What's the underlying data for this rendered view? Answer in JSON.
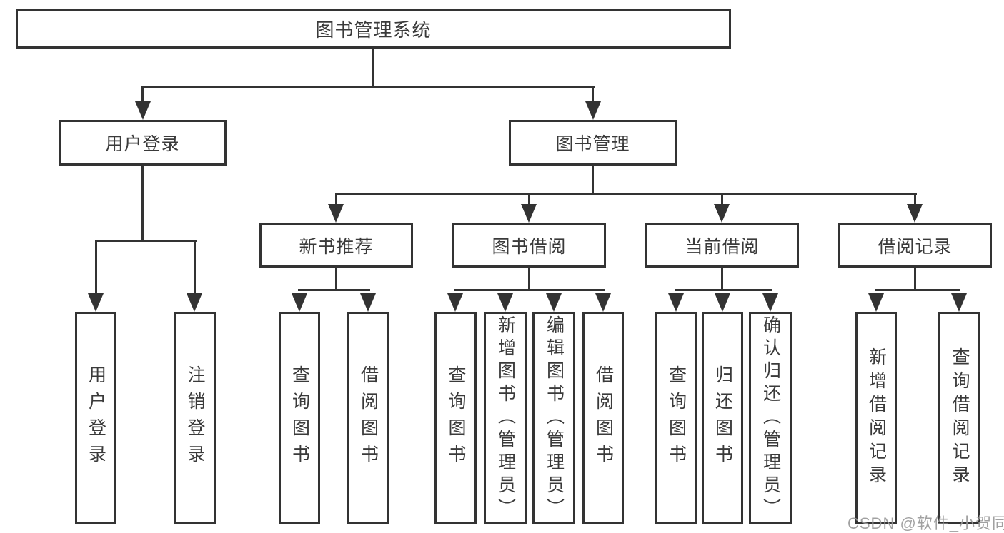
{
  "colors": {
    "line": "#333333",
    "text": "#3a3a3a",
    "background": "#ffffff",
    "watermark": "#999999"
  },
  "diagram": {
    "root": {
      "label": "图书管理系统"
    },
    "level2": [
      {
        "label": "用户登录"
      },
      {
        "label": "图书管理"
      }
    ],
    "level3": [
      {
        "label": "新书推荐"
      },
      {
        "label": "图书借阅"
      },
      {
        "label": "当前借阅"
      },
      {
        "label": "借阅记录"
      }
    ],
    "leaves": {
      "user_login": [
        {
          "label": "用户登录"
        },
        {
          "label": "注销登录"
        }
      ],
      "new_book_recommend": [
        {
          "label": "查询图书"
        },
        {
          "label": "借阅图书"
        }
      ],
      "book_borrowing": [
        {
          "label": "查询图书"
        },
        {
          "label": "新增图书（管理员）"
        },
        {
          "label": "编辑图书（管理员）"
        },
        {
          "label": "借阅图书"
        }
      ],
      "current_borrowing": [
        {
          "label": "查询图书"
        },
        {
          "label": "归还图书"
        },
        {
          "label": "确认归还（管理员）"
        }
      ],
      "borrowing_records": [
        {
          "label": "新增借阅记录"
        },
        {
          "label": "查询借阅记录"
        }
      ]
    }
  },
  "watermark": {
    "text": "CSDN @软件_小贺同学"
  }
}
